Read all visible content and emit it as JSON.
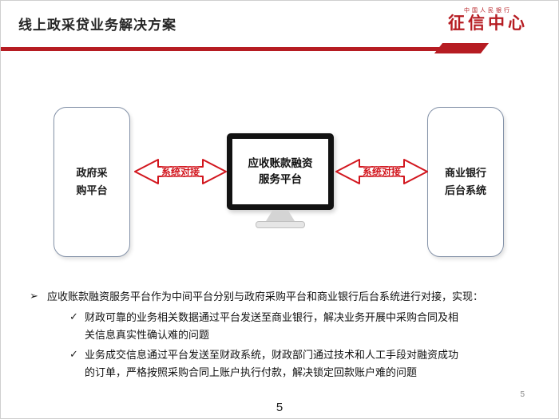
{
  "slide": {
    "title": "线上政采贷业务解决方案",
    "page_number": "5",
    "corner_page_number": "5"
  },
  "logo": {
    "top_text": "中国人民银行",
    "main_text": "征信中心"
  },
  "diagram": {
    "left_box": "政府采购平台",
    "center_box": "应收账款融资服务平台",
    "right_box": "商业银行后台系统",
    "left_arrow_label": "系统对接",
    "right_arrow_label": "系统对接"
  },
  "bullets": {
    "arrow_marker": "➢",
    "check_marker": "✓",
    "main": "应收账款融资服务平台作为中间平台分别与政府采购平台和商业银行后台系统进行对接，实现：",
    "items": [
      "财政可靠的业务相关数据通过平台发送至商业银行，解决业务开展中采购合同及相关信息真实性确认难的问题",
      "业务成交信息通过平台发送至财政系统，财政部门通过技术和人工手段对融资成功的订单，严格按照采购合同上账户执行付款，解决锁定回款账户难的问题"
    ]
  },
  "colors": {
    "accent_red": "#b61c22",
    "arrow_red": "#d2161e"
  }
}
